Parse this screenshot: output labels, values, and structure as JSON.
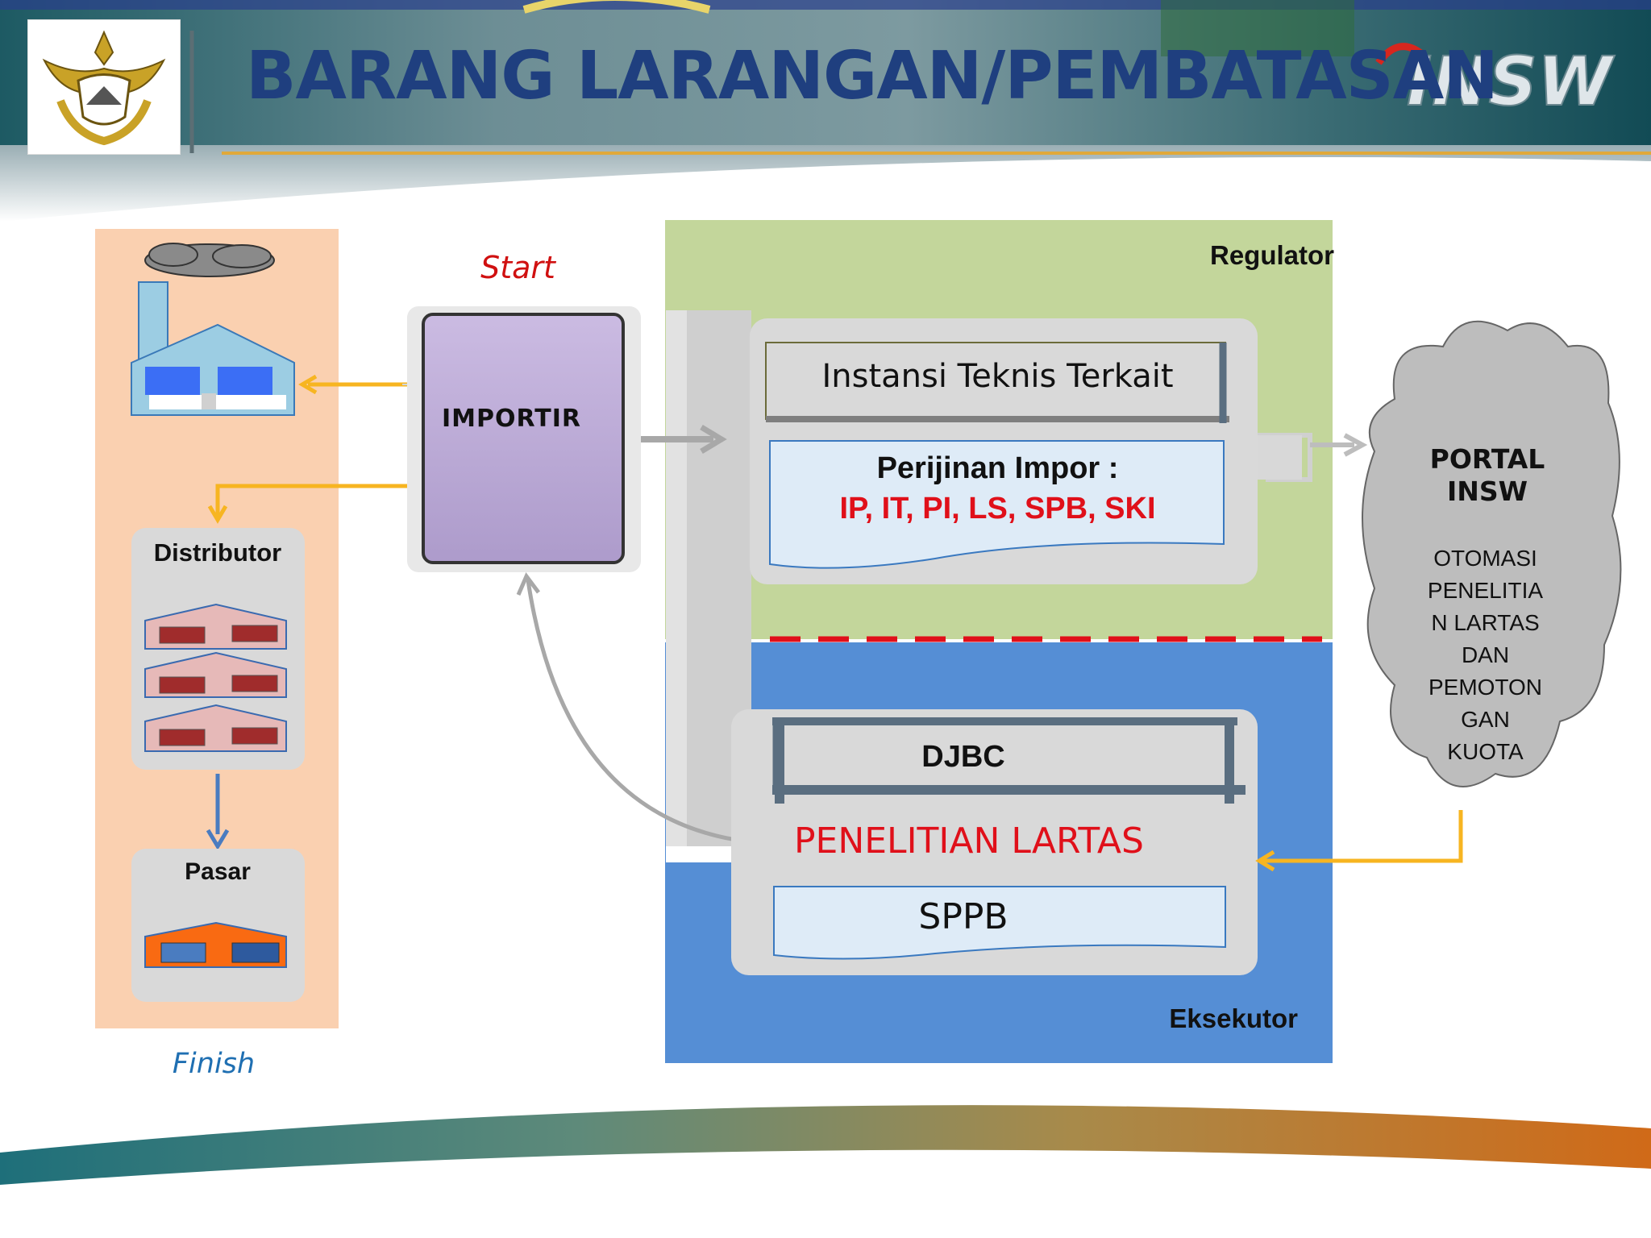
{
  "header": {
    "title": "BARANG LARANGAN/PEMBATASAN",
    "insw_logo_text": "INSW"
  },
  "diagram": {
    "start_label": "Start",
    "finish_label": "Finish",
    "importir_label": "IMPORTIR",
    "distributor_label": "Distributor",
    "pasar_label": "Pasar",
    "regulator_label": "Regulator",
    "instansi_label": "Instansi Teknis Terkait",
    "perijinan_title": "Perijinan Impor :",
    "perijinan_values": "IP, IT, PI, LS, SPB, SKI",
    "eksekutor_label": "Eksekutor",
    "djbc_label": "DJBC",
    "penelitian_label": "PENELITIAN LARTAS",
    "sppb_label": "SPPB",
    "portal_title": "PORTAL INSW",
    "portal_desc": "OTOMASI\nPENELITIA\nN LARTAS\nDAN\nPEMOTON\nGAN\nKUOTA"
  },
  "colors": {
    "title_blue": "#1f3f7f",
    "regulator_green": "#c3d69b",
    "eksekutor_blue": "#558ed5",
    "left_panel_peach": "#fad0b0",
    "importir_purple": "#bdaed6",
    "arrow_yellow": "#f7b521",
    "accent_red": "#e0101a"
  }
}
